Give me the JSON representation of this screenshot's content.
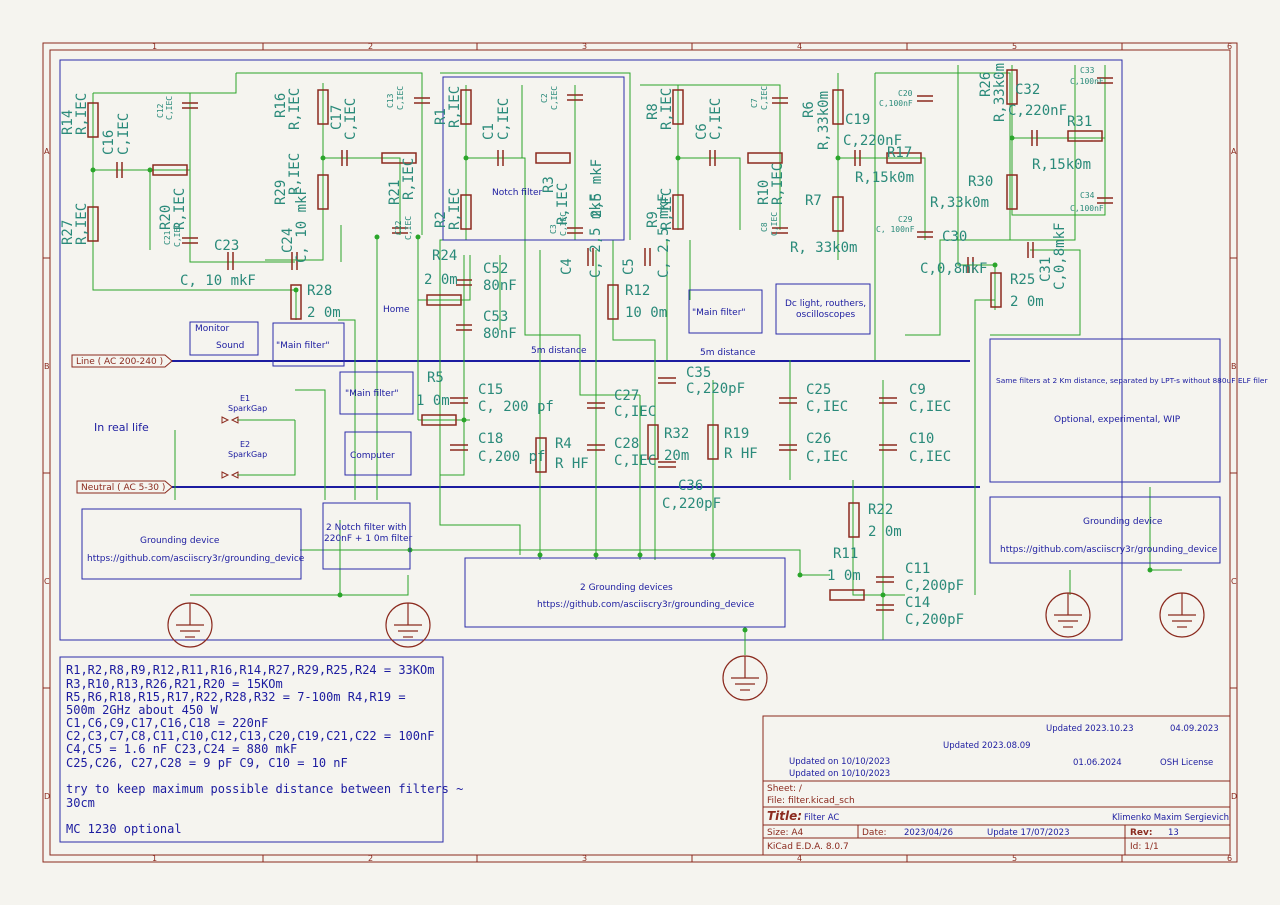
{
  "border": {
    "columns": [
      "1",
      "2",
      "3",
      "4",
      "5",
      "6"
    ],
    "rows": [
      "A",
      "B",
      "C",
      "D"
    ]
  },
  "blocks": {
    "notch_filter": "Notch filter",
    "main_filter": "\"Main filter\"",
    "home": "Home",
    "monitor": "Monitor",
    "sound": "Sound",
    "computer": "Computer",
    "dc_light_1": "Dc light, routhers,",
    "dc_light_2": "oscilloscopes",
    "distance_1": "5m distance",
    "distance_2": "5m distance",
    "in_real_life": "In real life",
    "notch2_1": "2 Notch filter with",
    "notch2_2": "220nF + 1 0m filter",
    "grounding_device": "Grounding device",
    "grounding_url": "https://github.com/asciiscry3r/grounding_device",
    "grounding_devices_2": "2 Grounding devices",
    "same_filters": "Same filters at 2 Km distance, separated by LPT-s without 880uF ELF filer",
    "optional": "Optional, experimental, WIP"
  },
  "lines": {
    "line": "Line ( AC 200-240 )",
    "neutral": "Neutral ( AC 5-30 )"
  },
  "sparkgaps": {
    "e1": "E1",
    "e2": "E2",
    "value": "SparkGap"
  },
  "components": {
    "R14": "R14",
    "R14v": "R,IEC",
    "C16": "C16",
    "C16v": "C,IEC",
    "C12": "C12",
    "C12v": "C,IEC",
    "R20": "R20",
    "R20v": "R,IEC",
    "R27": "R27",
    "R27v": "R,IEC",
    "C21": "C21",
    "C21v": "C,IEC",
    "C23": "C23",
    "C23v": "C, 10 mkF",
    "C24": "C24",
    "C24v": "C, 10 mkF",
    "R16": "R16",
    "R16v": "R,IEC",
    "C17": "C17",
    "C17v": "C,IEC",
    "R29": "R29",
    "R29v": "R,IEC",
    "C13": "C13",
    "C13v": "C,IEC",
    "R21": "R21",
    "R21v": "R,IEC",
    "C22": "C22",
    "C22v": "C,IEC",
    "R28": "R28",
    "R28v": "2 0m",
    "R1": "R1",
    "R1v": "R,IEC",
    "C1": "C1",
    "C1v": "C,IEC",
    "C2": "C2",
    "C2v": "C,IEC",
    "R3": "R3",
    "R3v": "R,IEC",
    "R2": "R2",
    "R2v": "R,IEC",
    "C3": "C3",
    "C3v": "C,IEC",
    "C3b": "2,5 mkF",
    "R24": "R24",
    "R24v": "2 0m",
    "C52": "C52",
    "C52v": "80nF",
    "C53": "C53",
    "C53v": "80nF",
    "C4": "C4",
    "C4v": "C, 2,5 mkF",
    "C5": "C5",
    "C5v": "C, 2,5 mkF",
    "R8": "R8",
    "R8v": "R,IEC",
    "C6": "C6",
    "C6v": "C,IEC",
    "C7": "C7",
    "C7v": "C,IEC",
    "R9": "R9",
    "R9v": "R,IEC",
    "R10": "R10",
    "R10v": "R,IEC",
    "C8": "C8",
    "C8v": "C,IEC",
    "R12": "R12",
    "R12v": "10 0m",
    "R6": "R6",
    "R6v": "R,33k0m",
    "C19": "C19",
    "C19v": "C,220nF",
    "R17": "R17",
    "R17v": "R,15k0m",
    "R7": "R7",
    "R7v": "R, 33k0m",
    "C20": "C20",
    "C20v": "C,100nF",
    "C29": "C29",
    "C29v": "C, 100nF",
    "R26": "R26",
    "R26v": "R,33k0m",
    "C32": "C32",
    "C32v": "C,220nF",
    "C33": "C33",
    "C33v": "C,100nF",
    "R31": "R31",
    "R31v": "R,15k0m",
    "R30": "R30",
    "R30v": "R,33k0m",
    "C34": "C34",
    "C34v": "C,100nF",
    "C30": "C30",
    "C30v": "C,0,8mkF",
    "C31": "C31",
    "C31v": "C,0,8mkF",
    "R25": "R25",
    "R25v": "2 0m",
    "R5": "R5",
    "R5v": "1 0m",
    "C15": "C15",
    "C15v": "C, 200 pf",
    "C18": "C18",
    "C18v": "C,200 pf",
    "C27": "C27",
    "C27v": "C,IEC",
    "C28": "C28",
    "C28v": "C,IEC",
    "R4": "R4",
    "R4v": "R HF",
    "C35": "C35",
    "C35v": "C,220pF",
    "R32": "R32",
    "R32v": "20m",
    "C36": "C36",
    "C36v": "C,220pF",
    "R19": "R19",
    "R19v": "R HF",
    "C25": "C25",
    "C25v": "C,IEC",
    "C26": "C26",
    "C26v": "C,IEC",
    "C9": "C9",
    "C9v": "C,IEC",
    "C10": "C10",
    "C10v": "C,IEC",
    "R22": "R22",
    "R22v": "2 0m",
    "R11": "R11",
    "R11v": "1 0m",
    "C11": "C11",
    "C11v": "C,200pF",
    "C14": "C14",
    "C14v": "C,200pF"
  },
  "notes": [
    "R1,R2,R8,R9,R12,R11,R16,R14,R27,R29,R25,R24 = 33KOm",
    "R3,R10,R13,R26,R21,R20 = 15KOm",
    "R5,R6,R18,R15,R17,R22,R28,R32 = 7-100m   R4,R19 =",
    "500m 2GHz about 450 W",
    "C1,C6,C9,C17,C16,C18 = 220nF",
    "C2,C3,C7,C8,C11,C10,C12,C13,C20,C19,C21,C22 = 100nF",
    "C4,C5 = 1.6 nF   C23,C24 = 880 mkF",
    "C25,C26, C27,C28 = 9 pF C9, C10 = 10 nF",
    "",
    "try to keep maximum possible distance between filters ~",
    "30cm",
    "",
    "MC 1230 optional"
  ],
  "title_block": {
    "updated_1": "Updated 2023.10.23",
    "date_1": "04.09.2023",
    "updated_2": "Updated 2023.08.09",
    "updated_3": "Updated on 10/10/2023",
    "updated_4": "Updated on 10/10/2023",
    "date_2": "01.06.2024",
    "license": "OSH License",
    "sheet": "Sheet: /",
    "file": "File: filter.kicad_sch",
    "title_label": "Title:",
    "title": "Filter AC",
    "author": "Klimenko Maxim Sergievich",
    "size": "Size: A4",
    "date_label": "Date:",
    "date": "2023/04/26",
    "update": "Update 17/07/2023",
    "rev_label": "Rev:",
    "rev": "13",
    "tool": "KiCad E.D.A. 8.0.7",
    "id": "Id: 1/1"
  },
  "colors": {
    "frame": "#8b2a1e",
    "wire": "#2aa52a",
    "note": "#1c1ca0",
    "ref": "#2a8a7a",
    "paper": "#f5f4ef"
  }
}
